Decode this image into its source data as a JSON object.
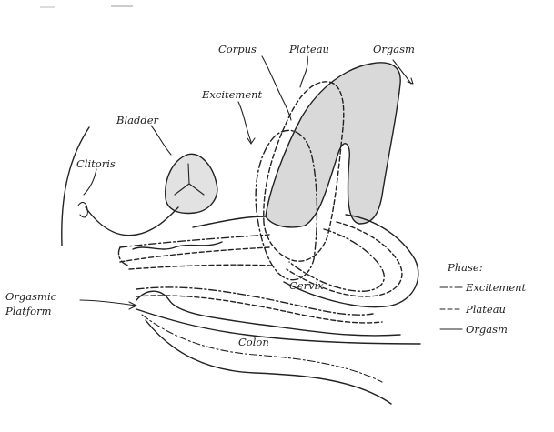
{
  "labels": {
    "corpus": "Corpus",
    "plateau_top": "Plateau",
    "orgasm_top": "Orgasm",
    "excitement_top": "Excitement",
    "bladder": "Bladder",
    "clitoris": "Clitoris",
    "cervix": "Cervix",
    "orgasmic_platform_line1": "Orgasmic",
    "orgasmic_platform_line2": "Platform",
    "colon": "Colon"
  },
  "legend": {
    "title": "Phase:",
    "items": [
      {
        "label": "Excitement",
        "line_style": "dash-dot"
      },
      {
        "label": "Plateau",
        "line_style": "dashed"
      },
      {
        "label": "Orgasm",
        "line_style": "solid"
      }
    ]
  },
  "colors": {
    "ink": "#222222",
    "shaded_fill": "#d9d9d9",
    "background": "#ffffff"
  }
}
